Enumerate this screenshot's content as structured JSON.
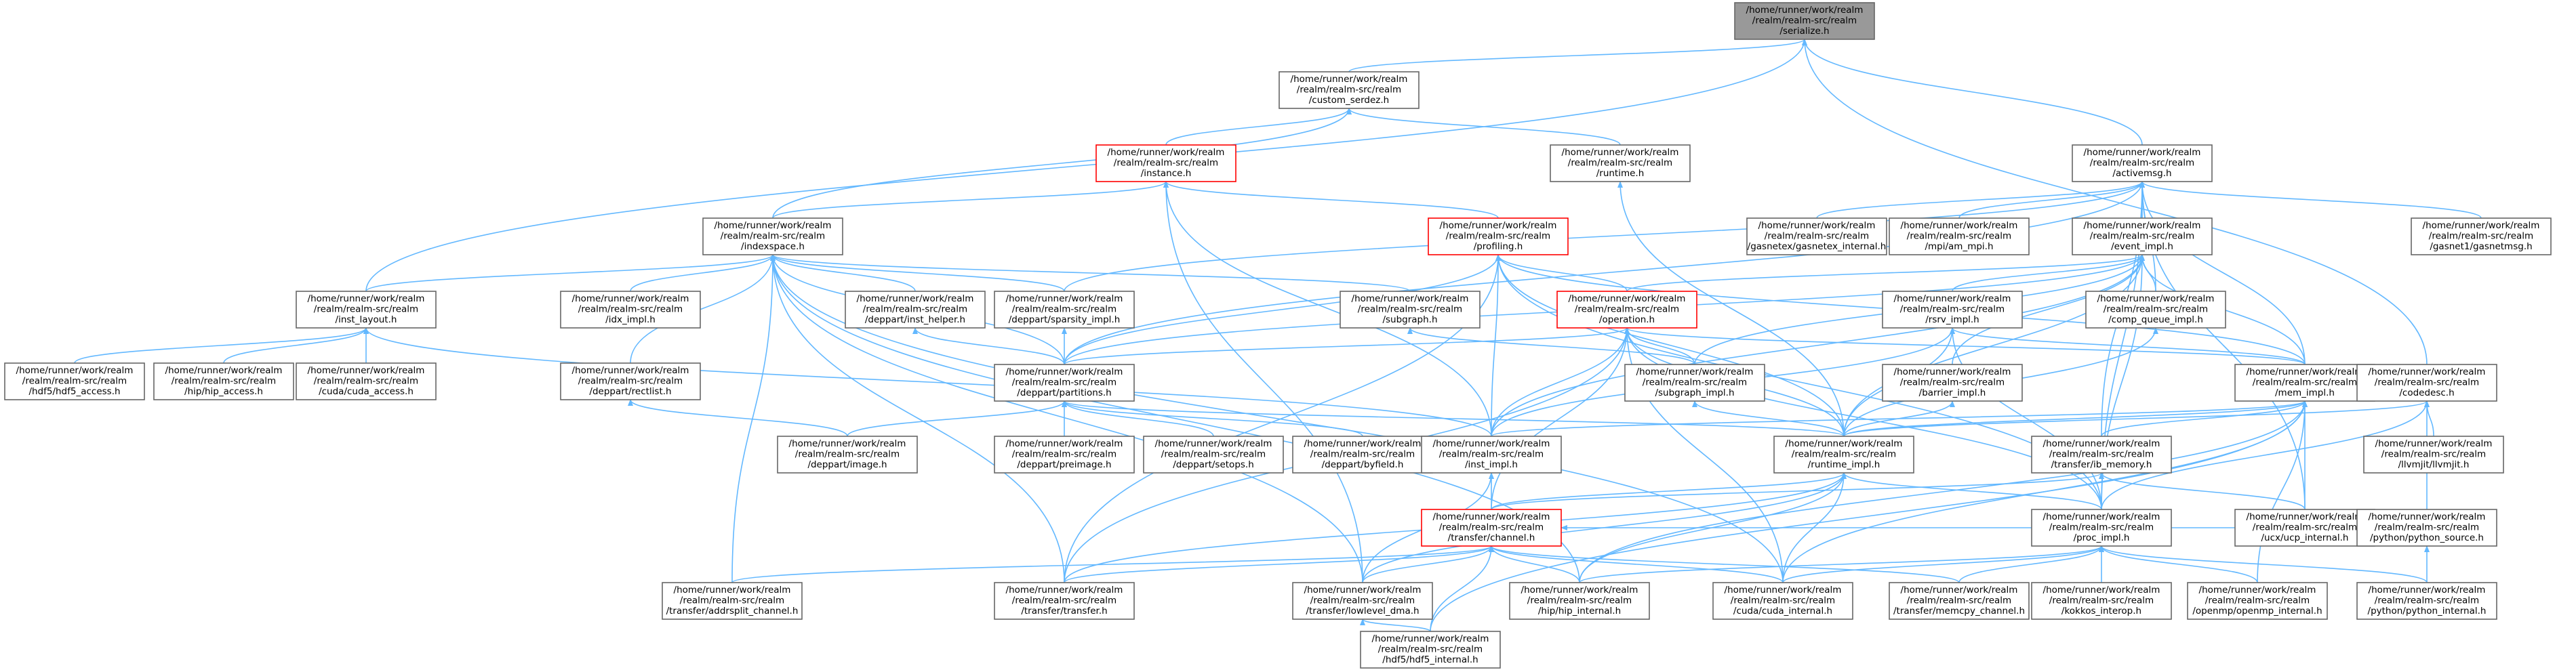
{
  "colors": {
    "edge": "#63b8ff",
    "node_border": "#666666",
    "highlight_border": "#ff0000",
    "root_fill": "#999999"
  },
  "nodes": [
    {
      "id": "serialize",
      "lines": [
        "/home/runner/work/realm",
        "/realm/realm-src/realm",
        "/serialize.h"
      ],
      "style": "root"
    },
    {
      "id": "custom_serdez",
      "lines": [
        "/home/runner/work/realm",
        "/realm/realm-src/realm",
        "/custom_serdez.h"
      ],
      "style": "normal"
    },
    {
      "id": "activemsg",
      "lines": [
        "/home/runner/work/realm",
        "/realm/realm-src/realm",
        "/activemsg.h"
      ],
      "style": "normal"
    },
    {
      "id": "instance",
      "lines": [
        "/home/runner/work/realm",
        "/realm/realm-src/realm",
        "/instance.h"
      ],
      "style": "red"
    },
    {
      "id": "runtime",
      "lines": [
        "/home/runner/work/realm",
        "/realm/realm-src/realm",
        "/runtime.h"
      ],
      "style": "normal"
    },
    {
      "id": "indexspace",
      "lines": [
        "/home/runner/work/realm",
        "/realm/realm-src/realm",
        "/indexspace.h"
      ],
      "style": "normal"
    },
    {
      "id": "profiling",
      "lines": [
        "/home/runner/work/realm",
        "/realm/realm-src/realm",
        "/profiling.h"
      ],
      "style": "red"
    },
    {
      "id": "gasnetex_internal",
      "lines": [
        "/home/runner/work/realm",
        "/realm/realm-src/realm",
        "/gasnetex/gasnetex_internal.h"
      ],
      "style": "normal"
    },
    {
      "id": "am_mpi",
      "lines": [
        "/home/runner/work/realm",
        "/realm/realm-src/realm",
        "/mpi/am_mpi.h"
      ],
      "style": "normal"
    },
    {
      "id": "event_impl",
      "lines": [
        "/home/runner/work/realm",
        "/realm/realm-src/realm",
        "/event_impl.h"
      ],
      "style": "normal"
    },
    {
      "id": "gasnetmsg",
      "lines": [
        "/home/runner/work/realm",
        "/realm/realm-src/realm",
        "/gasnet1/gasnetmsg.h"
      ],
      "style": "normal"
    },
    {
      "id": "inst_layout",
      "lines": [
        "/home/runner/work/realm",
        "/realm/realm-src/realm",
        "/inst_layout.h"
      ],
      "style": "normal"
    },
    {
      "id": "idx_impl",
      "lines": [
        "/home/runner/work/realm",
        "/realm/realm-src/realm",
        "/idx_impl.h"
      ],
      "style": "normal"
    },
    {
      "id": "inst_helper",
      "lines": [
        "/home/runner/work/realm",
        "/realm/realm-src/realm",
        "/deppart/inst_helper.h"
      ],
      "style": "normal"
    },
    {
      "id": "sparsity_impl",
      "lines": [
        "/home/runner/work/realm",
        "/realm/realm-src/realm",
        "/deppart/sparsity_impl.h"
      ],
      "style": "normal"
    },
    {
      "id": "subgraph",
      "lines": [
        "/home/runner/work/realm",
        "/realm/realm-src/realm",
        "/subgraph.h"
      ],
      "style": "normal"
    },
    {
      "id": "operation",
      "lines": [
        "/home/runner/work/realm",
        "/realm/realm-src/realm",
        "/operation.h"
      ],
      "style": "red"
    },
    {
      "id": "rsrv_impl",
      "lines": [
        "/home/runner/work/realm",
        "/realm/realm-src/realm",
        "/rsrv_impl.h"
      ],
      "style": "normal"
    },
    {
      "id": "comp_queue_impl",
      "lines": [
        "/home/runner/work/realm",
        "/realm/realm-src/realm",
        "/comp_queue_impl.h"
      ],
      "style": "normal"
    },
    {
      "id": "hdf5_access",
      "lines": [
        "/home/runner/work/realm",
        "/realm/realm-src/realm",
        "/hdf5/hdf5_access.h"
      ],
      "style": "normal"
    },
    {
      "id": "hip_access",
      "lines": [
        "/home/runner/work/realm",
        "/realm/realm-src/realm",
        "/hip/hip_access.h"
      ],
      "style": "normal"
    },
    {
      "id": "cuda_access",
      "lines": [
        "/home/runner/work/realm",
        "/realm/realm-src/realm",
        "/cuda/cuda_access.h"
      ],
      "style": "normal"
    },
    {
      "id": "rectlist",
      "lines": [
        "/home/runner/work/realm",
        "/realm/realm-src/realm",
        "/deppart/rectlist.h"
      ],
      "style": "normal"
    },
    {
      "id": "partitions",
      "lines": [
        "/home/runner/work/realm",
        "/realm/realm-src/realm",
        "/deppart/partitions.h"
      ],
      "style": "normal"
    },
    {
      "id": "subgraph_impl",
      "lines": [
        "/home/runner/work/realm",
        "/realm/realm-src/realm",
        "/subgraph_impl.h"
      ],
      "style": "normal"
    },
    {
      "id": "barrier_impl",
      "lines": [
        "/home/runner/work/realm",
        "/realm/realm-src/realm",
        "/barrier_impl.h"
      ],
      "style": "normal"
    },
    {
      "id": "mem_impl",
      "lines": [
        "/home/runner/work/realm",
        "/realm/realm-src/realm",
        "/mem_impl.h"
      ],
      "style": "normal"
    },
    {
      "id": "codedesc",
      "lines": [
        "/home/runner/work/realm",
        "/realm/realm-src/realm",
        "/codedesc.h"
      ],
      "style": "normal"
    },
    {
      "id": "image",
      "lines": [
        "/home/runner/work/realm",
        "/realm/realm-src/realm",
        "/deppart/image.h"
      ],
      "style": "normal"
    },
    {
      "id": "preimage",
      "lines": [
        "/home/runner/work/realm",
        "/realm/realm-src/realm",
        "/deppart/preimage.h"
      ],
      "style": "normal"
    },
    {
      "id": "setops",
      "lines": [
        "/home/runner/work/realm",
        "/realm/realm-src/realm",
        "/deppart/setops.h"
      ],
      "style": "normal"
    },
    {
      "id": "byfield",
      "lines": [
        "/home/runner/work/realm",
        "/realm/realm-src/realm",
        "/deppart/byfield.h"
      ],
      "style": "normal"
    },
    {
      "id": "inst_impl",
      "lines": [
        "/home/runner/work/realm",
        "/realm/realm-src/realm",
        "/inst_impl.h"
      ],
      "style": "normal"
    },
    {
      "id": "runtime_impl",
      "lines": [
        "/home/runner/work/realm",
        "/realm/realm-src/realm",
        "/runtime_impl.h"
      ],
      "style": "normal"
    },
    {
      "id": "ib_memory",
      "lines": [
        "/home/runner/work/realm",
        "/realm/realm-src/realm",
        "/transfer/ib_memory.h"
      ],
      "style": "normal"
    },
    {
      "id": "llvmjit",
      "lines": [
        "/home/runner/work/realm",
        "/realm/realm-src/realm",
        "/llvmjit/llvmjit.h"
      ],
      "style": "normal"
    },
    {
      "id": "channel",
      "lines": [
        "/home/runner/work/realm",
        "/realm/realm-src/realm",
        "/transfer/channel.h"
      ],
      "style": "red"
    },
    {
      "id": "proc_impl",
      "lines": [
        "/home/runner/work/realm",
        "/realm/realm-src/realm",
        "/proc_impl.h"
      ],
      "style": "normal"
    },
    {
      "id": "ucp_internal",
      "lines": [
        "/home/runner/work/realm",
        "/realm/realm-src/realm",
        "/ucx/ucp_internal.h"
      ],
      "style": "normal"
    },
    {
      "id": "python_source",
      "lines": [
        "/home/runner/work/realm",
        "/realm/realm-src/realm",
        "/python/python_source.h"
      ],
      "style": "normal"
    },
    {
      "id": "addrsplit_channel",
      "lines": [
        "/home/runner/work/realm",
        "/realm/realm-src/realm",
        "/transfer/addrsplit_channel.h"
      ],
      "style": "normal"
    },
    {
      "id": "transfer",
      "lines": [
        "/home/runner/work/realm",
        "/realm/realm-src/realm",
        "/transfer/transfer.h"
      ],
      "style": "normal"
    },
    {
      "id": "lowlevel_dma",
      "lines": [
        "/home/runner/work/realm",
        "/realm/realm-src/realm",
        "/transfer/lowlevel_dma.h"
      ],
      "style": "normal"
    },
    {
      "id": "hip_internal",
      "lines": [
        "/home/runner/work/realm",
        "/realm/realm-src/realm",
        "/hip/hip_internal.h"
      ],
      "style": "normal"
    },
    {
      "id": "cuda_internal",
      "lines": [
        "/home/runner/work/realm",
        "/realm/realm-src/realm",
        "/cuda/cuda_internal.h"
      ],
      "style": "normal"
    },
    {
      "id": "memcpy_channel",
      "lines": [
        "/home/runner/work/realm",
        "/realm/realm-src/realm",
        "/transfer/memcpy_channel.h"
      ],
      "style": "normal"
    },
    {
      "id": "kokkos_interop",
      "lines": [
        "/home/runner/work/realm",
        "/realm/realm-src/realm",
        "/kokkos_interop.h"
      ],
      "style": "normal"
    },
    {
      "id": "openmp_internal",
      "lines": [
        "/home/runner/work/realm",
        "/realm/realm-src/realm",
        "/openmp/openmp_internal.h"
      ],
      "style": "normal"
    },
    {
      "id": "python_internal",
      "lines": [
        "/home/runner/work/realm",
        "/realm/realm-src/realm",
        "/python/python_internal.h"
      ],
      "style": "normal"
    },
    {
      "id": "hdf5_internal",
      "lines": [
        "/home/runner/work/realm",
        "/realm/realm-src/realm",
        "/hdf5/hdf5_internal.h"
      ],
      "style": "normal"
    }
  ],
  "edges": [
    [
      "custom_serdez",
      "serialize"
    ],
    [
      "activemsg",
      "serialize"
    ],
    [
      "inst_layout",
      "serialize"
    ],
    [
      "codedesc",
      "serialize"
    ],
    [
      "instance",
      "custom_serdez"
    ],
    [
      "indexspace",
      "custom_serdez"
    ],
    [
      "runtime",
      "custom_serdez"
    ],
    [
      "indexspace",
      "instance"
    ],
    [
      "profiling",
      "instance"
    ],
    [
      "inst_impl",
      "instance"
    ],
    [
      "lowlevel_dma",
      "instance"
    ],
    [
      "runtime_impl",
      "runtime"
    ],
    [
      "inst_layout",
      "indexspace"
    ],
    [
      "idx_impl",
      "indexspace"
    ],
    [
      "inst_helper",
      "indexspace"
    ],
    [
      "sparsity_impl",
      "indexspace"
    ],
    [
      "subgraph",
      "indexspace"
    ],
    [
      "partitions",
      "indexspace"
    ],
    [
      "rectlist",
      "indexspace"
    ],
    [
      "hip_internal",
      "indexspace"
    ],
    [
      "cuda_internal",
      "indexspace"
    ],
    [
      "transfer",
      "indexspace"
    ],
    [
      "addrsplit_channel",
      "indexspace"
    ],
    [
      "lowlevel_dma",
      "indexspace"
    ],
    [
      "operation",
      "profiling"
    ],
    [
      "inst_impl",
      "profiling"
    ],
    [
      "partitions",
      "profiling"
    ],
    [
      "proc_impl",
      "profiling"
    ],
    [
      "transfer",
      "profiling"
    ],
    [
      "runtime_impl",
      "profiling"
    ],
    [
      "mem_impl",
      "profiling"
    ],
    [
      "event_impl",
      "activemsg"
    ],
    [
      "gasnetex_internal",
      "activemsg"
    ],
    [
      "am_mpi",
      "activemsg"
    ],
    [
      "gasnetmsg",
      "activemsg"
    ],
    [
      "sparsity_impl",
      "activemsg"
    ],
    [
      "partitions",
      "activemsg"
    ],
    [
      "comp_queue_impl",
      "activemsg"
    ],
    [
      "mem_impl",
      "activemsg"
    ],
    [
      "proc_impl",
      "activemsg"
    ],
    [
      "ucp_internal",
      "activemsg"
    ],
    [
      "ib_memory",
      "activemsg"
    ],
    [
      "operation",
      "event_impl"
    ],
    [
      "rsrv_impl",
      "event_impl"
    ],
    [
      "comp_queue_impl",
      "event_impl"
    ],
    [
      "subgraph_impl",
      "event_impl"
    ],
    [
      "barrier_impl",
      "event_impl"
    ],
    [
      "partitions",
      "event_impl"
    ],
    [
      "inst_impl",
      "event_impl"
    ],
    [
      "runtime_impl",
      "event_impl"
    ],
    [
      "mem_impl",
      "event_impl"
    ],
    [
      "proc_impl",
      "event_impl"
    ],
    [
      "hdf5_access",
      "inst_layout"
    ],
    [
      "hip_access",
      "inst_layout"
    ],
    [
      "cuda_access",
      "inst_layout"
    ],
    [
      "inst_impl",
      "inst_layout"
    ],
    [
      "partitions",
      "inst_helper"
    ],
    [
      "partitions",
      "sparsity_impl"
    ],
    [
      "subgraph_impl",
      "subgraph"
    ],
    [
      "image",
      "rectlist"
    ],
    [
      "image",
      "partitions"
    ],
    [
      "preimage",
      "partitions"
    ],
    [
      "setops",
      "partitions"
    ],
    [
      "byfield",
      "partitions"
    ],
    [
      "runtime_impl",
      "partitions"
    ],
    [
      "partitions",
      "operation"
    ],
    [
      "subgraph_impl",
      "operation"
    ],
    [
      "runtime_impl",
      "operation"
    ],
    [
      "proc_impl",
      "operation"
    ],
    [
      "mem_impl",
      "operation"
    ],
    [
      "inst_impl",
      "operation"
    ],
    [
      "transfer",
      "operation"
    ],
    [
      "channel",
      "operation"
    ],
    [
      "cuda_internal",
      "operation"
    ],
    [
      "runtime_impl",
      "rsrv_impl"
    ],
    [
      "mem_impl",
      "rsrv_impl"
    ],
    [
      "proc_impl",
      "rsrv_impl"
    ],
    [
      "inst_impl",
      "rsrv_impl"
    ],
    [
      "runtime_impl",
      "comp_queue_impl"
    ],
    [
      "runtime_impl",
      "subgraph_impl"
    ],
    [
      "runtime_impl",
      "barrier_impl"
    ],
    [
      "runtime_impl",
      "mem_impl"
    ],
    [
      "inst_impl",
      "mem_impl"
    ],
    [
      "ib_memory",
      "mem_impl"
    ],
    [
      "ucp_internal",
      "mem_impl"
    ],
    [
      "hip_internal",
      "mem_impl"
    ],
    [
      "cuda_internal",
      "mem_impl"
    ],
    [
      "openmp_internal",
      "mem_impl"
    ],
    [
      "hdf5_internal",
      "mem_impl"
    ],
    [
      "proc_impl",
      "codedesc"
    ],
    [
      "llvmjit",
      "codedesc"
    ],
    [
      "python_source",
      "codedesc"
    ],
    [
      "runtime_impl",
      "codedesc"
    ],
    [
      "channel",
      "inst_impl"
    ],
    [
      "lowlevel_dma",
      "inst_impl"
    ],
    [
      "channel",
      "runtime_impl"
    ],
    [
      "proc_impl",
      "runtime_impl"
    ],
    [
      "hip_internal",
      "runtime_impl"
    ],
    [
      "cuda_internal",
      "runtime_impl"
    ],
    [
      "transfer",
      "runtime_impl"
    ],
    [
      "lowlevel_dma",
      "runtime_impl"
    ],
    [
      "channel",
      "ib_memory"
    ],
    [
      "ucp_internal",
      "ib_memory"
    ],
    [
      "hip_internal",
      "proc_impl"
    ],
    [
      "cuda_internal",
      "proc_impl"
    ],
    [
      "python_internal",
      "python_source"
    ],
    [
      "addrsplit_channel",
      "channel"
    ],
    [
      "transfer",
      "channel"
    ],
    [
      "lowlevel_dma",
      "channel"
    ],
    [
      "hip_internal",
      "channel"
    ],
    [
      "cuda_internal",
      "channel"
    ],
    [
      "memcpy_channel",
      "channel"
    ],
    [
      "hdf5_internal",
      "channel"
    ],
    [
      "ucp_internal",
      "channel"
    ],
    [
      "hip_internal",
      "proc_impl"
    ],
    [
      "cuda_internal",
      "proc_impl"
    ],
    [
      "kokkos_interop",
      "proc_impl"
    ],
    [
      "openmp_internal",
      "proc_impl"
    ],
    [
      "python_internal",
      "proc_impl"
    ],
    [
      "memcpy_channel",
      "proc_impl"
    ],
    [
      "hdf5_internal",
      "lowlevel_dma"
    ]
  ]
}
